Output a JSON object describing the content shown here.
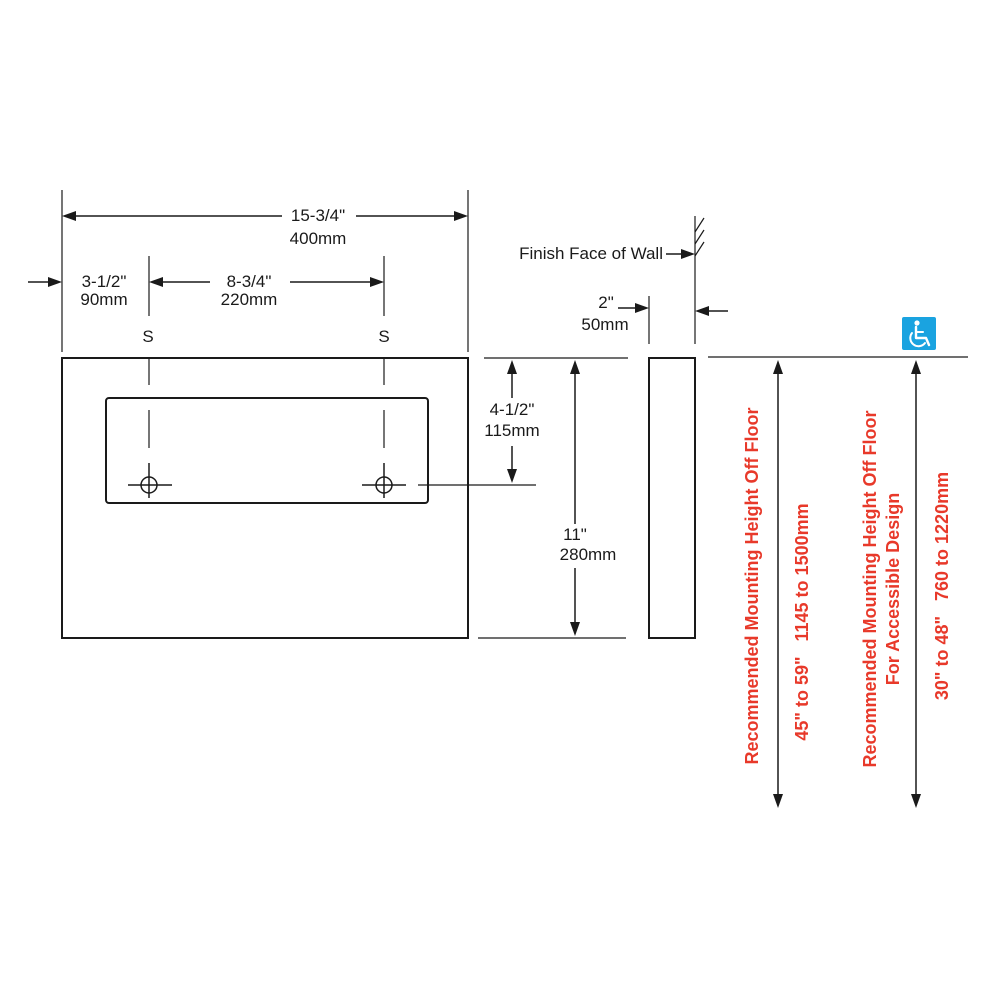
{
  "labels": {
    "overall_width_in": "15-3/4\"",
    "overall_width_mm": "400mm",
    "left_offset_in": "3-1/2\"",
    "left_offset_mm": "90mm",
    "screw_spacing_in": "8-3/4\"",
    "screw_spacing_mm": "220mm",
    "screw_left": "S",
    "screw_right": "S",
    "finish_face": "Finish Face of Wall",
    "depth_in": "2\"",
    "depth_mm": "50mm",
    "hole_height_in": "4-1/2\"",
    "hole_height_mm": "115mm",
    "overall_height_in": "11\"",
    "overall_height_mm": "280mm"
  },
  "mounting": {
    "standard_title": "Recommended Mounting Height Off Floor",
    "standard_range": "45\" to 59\"   1145 to 1500mm",
    "accessible_title_line1": "Recommended Mounting Height Off Floor",
    "accessible_title_line2": "For Accessible Design",
    "accessible_range": "30\" to 48\"   760 to 1220mm"
  },
  "icons": {
    "accessibility": "wheelchair-icon"
  },
  "colors": {
    "red_text": "#e8392a",
    "accessibility_blue": "#1aa3e0",
    "line": "#1a1a1a"
  }
}
